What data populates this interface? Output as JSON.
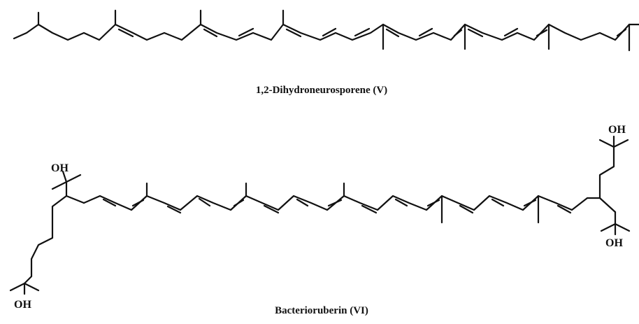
{
  "structures": [
    {
      "name": "1,2-Dihydroneurosporene (V)",
      "atom_labels": []
    },
    {
      "name": "Bacterioruberin (VI)",
      "atom_labels": [
        "OH",
        "OH",
        "OH",
        "OH"
      ]
    }
  ],
  "colors": {
    "ink": "#111111",
    "background": "#ffffff"
  }
}
